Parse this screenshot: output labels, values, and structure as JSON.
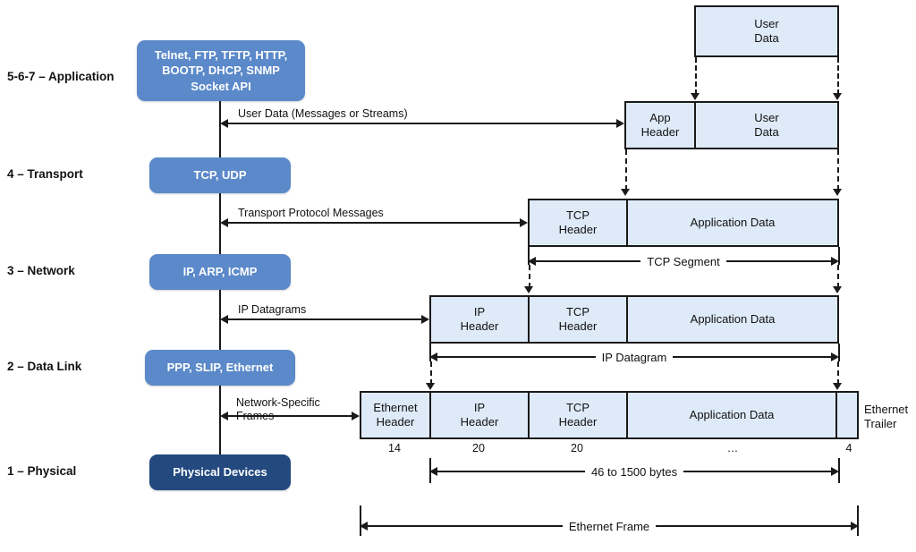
{
  "diagram": {
    "title": "TCP/IP Protocol Stack Encapsulation",
    "colors": {
      "protocol_box": "#5b89c9",
      "physical_box": "#23497f",
      "packet_fill": "#deeaf8",
      "stroke": "#1a1a1a",
      "background": "#ffffff"
    }
  },
  "layers": [
    {
      "label": "5-6-7 – Application",
      "box": "Telnet, FTP, TFTP, HTTP,\nBOOTP, DHCP, SNMP\nSocket API",
      "style": "normal"
    },
    {
      "label": "4 – Transport",
      "box": "TCP, UDP",
      "style": "normal"
    },
    {
      "label": "3 – Network",
      "box": "IP, ARP, ICMP",
      "style": "normal"
    },
    {
      "label": "2 – Data Link",
      "box": "PPP, SLIP, Ethernet",
      "style": "normal"
    },
    {
      "label": "1 – Physical",
      "box": "Physical Devices",
      "style": "dark"
    }
  ],
  "flow_labels": [
    {
      "text": "User Data (Messages or Streams)"
    },
    {
      "text": "Transport Protocol Messages"
    },
    {
      "text": "IP Datagrams"
    },
    {
      "text": "Network-Specific\nFrames"
    }
  ],
  "packet_rows": [
    {
      "name": "user-data-row",
      "cells": [
        {
          "text": "User\nData"
        }
      ]
    },
    {
      "name": "app-header-row",
      "cells": [
        {
          "text": "App\nHeader"
        },
        {
          "text": "User\nData"
        }
      ]
    },
    {
      "name": "tcp-segment-row",
      "cells": [
        {
          "text": "TCP\nHeader"
        },
        {
          "text": "Application Data"
        }
      ]
    },
    {
      "name": "ip-datagram-row",
      "cells": [
        {
          "text": "IP\nHeader"
        },
        {
          "text": "TCP\nHeader"
        },
        {
          "text": "Application Data"
        }
      ]
    },
    {
      "name": "ethernet-frame-row",
      "cells": [
        {
          "text": "Ethernet\nHeader"
        },
        {
          "text": "IP\nHeader"
        },
        {
          "text": "TCP\nHeader"
        },
        {
          "text": "Application Data"
        },
        {
          "text": ""
        }
      ]
    }
  ],
  "spans": [
    {
      "name": "tcp-segment-span",
      "label": "TCP Segment"
    },
    {
      "name": "ip-datagram-span",
      "label": "IP Datagram"
    },
    {
      "name": "payload-size-span",
      "label": "46 to 1500 bytes"
    },
    {
      "name": "ethernet-frame-span",
      "label": "Ethernet Frame"
    }
  ],
  "byte_counts": [
    "14",
    "20",
    "20",
    "…",
    "4"
  ],
  "side_labels": {
    "ethernet_trailer": "Ethernet\nTrailer"
  }
}
